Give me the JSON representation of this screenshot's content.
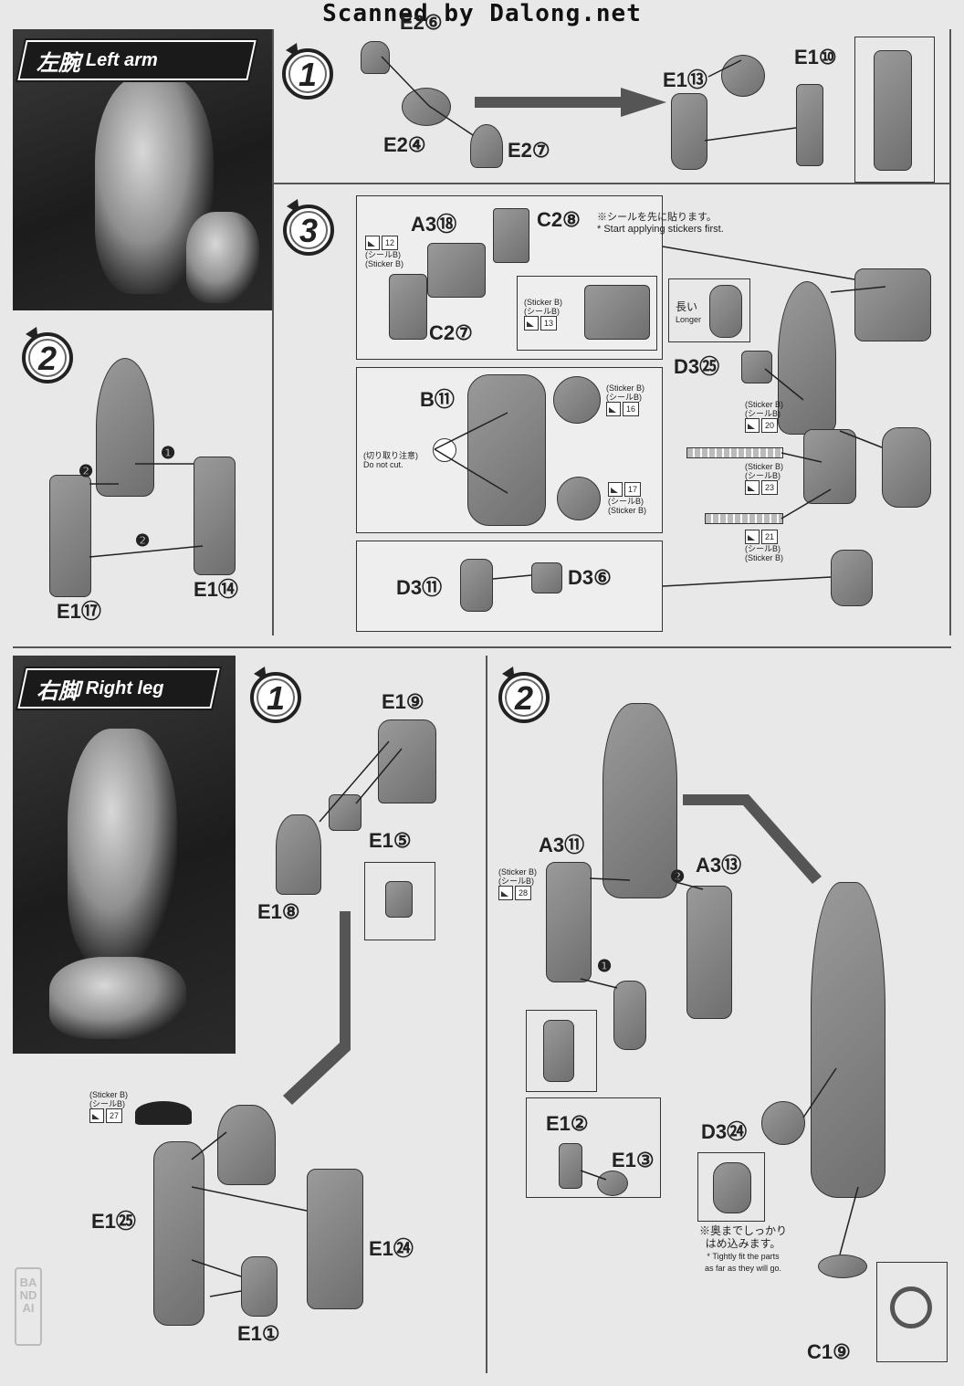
{
  "header": {
    "scan_credit": "Scanned by Dalong.net"
  },
  "left_arm": {
    "title_jp": "左腕",
    "title_en": "Left arm",
    "step1": {
      "number": "1",
      "parts": [
        "E2⑥",
        "E2④",
        "E2⑦",
        "E1⑬",
        "E1⑩"
      ]
    },
    "step2": {
      "number": "2",
      "order_marks": [
        "❷",
        "❶",
        "❷"
      ],
      "parts": [
        "E1⑰",
        "E1⑭"
      ]
    },
    "step3": {
      "number": "3",
      "parts": [
        "A3⑱",
        "C2⑧",
        "C2⑦",
        "B⑪",
        "D3㉕",
        "D3⑪",
        "D3⑥"
      ],
      "note_jp": "※シールを先に貼ります。",
      "note_en": "* Start applying stickers first.",
      "longer_jp": "長い",
      "longer_en": "Longer",
      "do_not_cut_jp": "(切り取り注意)",
      "do_not_cut_en": "Do not cut.",
      "stickers": [
        {
          "label_en": "(Sticker B)",
          "label_jp": "(シールB)",
          "num": "12"
        },
        {
          "label_en": "(Sticker B)",
          "label_jp": "(シールB)",
          "num": "13"
        },
        {
          "label_en": "(Sticker B)",
          "label_jp": "(シールB)",
          "num": "16"
        },
        {
          "label_en": "(Sticker B)",
          "label_jp": "(シールB)",
          "num": "17"
        },
        {
          "label_en": "(Sticker B)",
          "label_jp": "(シールB)",
          "num": "20"
        },
        {
          "label_en": "(Sticker B)",
          "label_jp": "(シールB)",
          "num": "23"
        },
        {
          "label_en": "(Sticker B)",
          "label_jp": "(シールB)",
          "num": "21"
        }
      ]
    }
  },
  "right_leg": {
    "title_jp": "右脚",
    "title_en": "Right leg",
    "step1": {
      "number": "1",
      "parts": [
        "E1⑨",
        "E1⑤",
        "E1⑧",
        "E1㉕",
        "E1㉔",
        "E1①"
      ],
      "sticker": {
        "label_en": "(Sticker B)",
        "label_jp": "(シールB)",
        "num": "27"
      }
    },
    "step2": {
      "number": "2",
      "order_marks": [
        "❷",
        "❶"
      ],
      "parts": [
        "A3⑪",
        "A3⑬",
        "E1②",
        "E1③",
        "D3㉔",
        "C1⑨"
      ],
      "sticker": {
        "label_en": "(Sticker B)",
        "label_jp": "(シールB)",
        "num": "28"
      },
      "note_jp_1": "※奥までしっかり",
      "note_jp_2": "はめ込みます。",
      "note_en_1": "* Tightly fit the parts",
      "note_en_2": "as far as they will go."
    }
  },
  "watermark": {
    "brand": "BANDAI"
  }
}
